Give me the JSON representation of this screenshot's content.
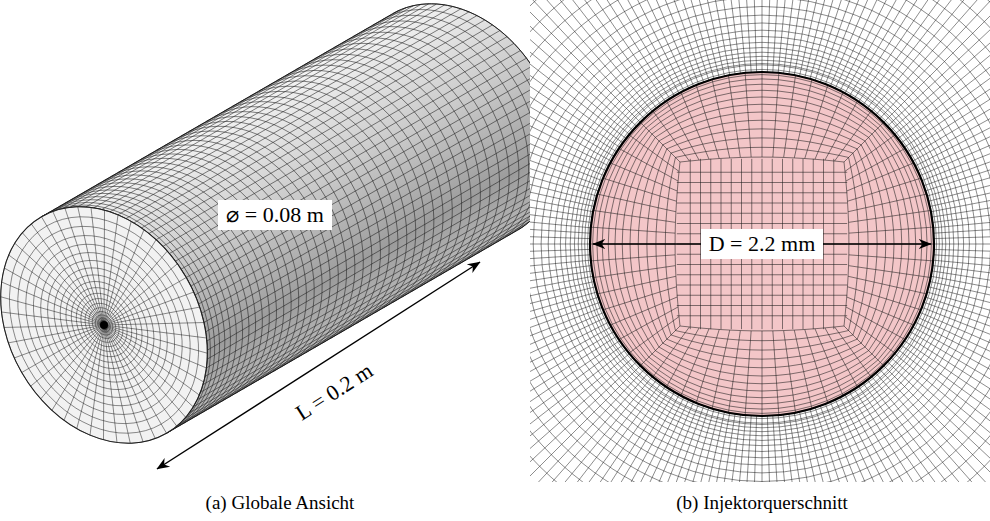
{
  "diagram": {
    "labels": [
      "⌀ = 0.08 m",
      "L = 0.2 m",
      "D = 2.2 mm",
      "(a) Globale Ansicht",
      "(b) Injektorquerschnitt"
    ]
  }
}
